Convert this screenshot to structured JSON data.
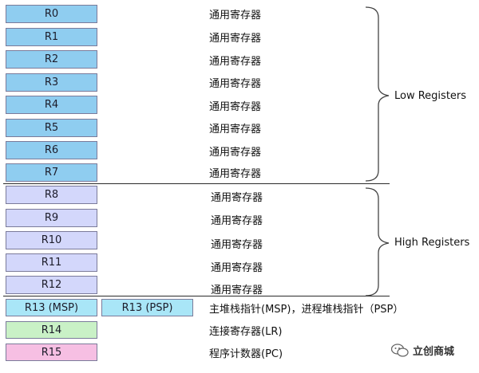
{
  "low_registers": [
    {
      "name": "R0",
      "desc": "通用寄存器"
    },
    {
      "name": "R1",
      "desc": "通用寄存器"
    },
    {
      "name": "R2",
      "desc": "通用寄存器"
    },
    {
      "name": "R3",
      "desc": "通用寄存器"
    },
    {
      "name": "R4",
      "desc": "通用寄存器"
    },
    {
      "name": "R5",
      "desc": "通用寄存器"
    },
    {
      "name": "R6",
      "desc": "通用寄存器"
    },
    {
      "name": "R7",
      "desc": "通用寄存器"
    }
  ],
  "high_registers": [
    {
      "name": "R8",
      "desc": "通用寄存器"
    },
    {
      "name": "R9",
      "desc": "通用寄存器"
    },
    {
      "name": "R10",
      "desc": "通用寄存器"
    },
    {
      "name": "R11",
      "desc": "通用寄存器"
    },
    {
      "name": "R12",
      "desc": "通用寄存器"
    }
  ],
  "special_registers": {
    "r13_msp": "R13 (MSP)",
    "r13_psp": "R13 (PSP)",
    "r13_desc": "主堆栈指针(MSP)，进程堆栈指针（PSP）",
    "r14": "R14",
    "r14_desc": "连接寄存器(LR)",
    "r15": "R15",
    "r15_desc": "程序计数器(PC)"
  },
  "groups": {
    "low_label": "Low Registers",
    "high_label": "High Registers"
  },
  "watermark": "立创商城",
  "colors": {
    "low": "#8fcdf0",
    "high": "#d3d7fb",
    "r13": "#a9e6f7",
    "r14": "#c9f1c6",
    "r15": "#f6bfe3"
  }
}
